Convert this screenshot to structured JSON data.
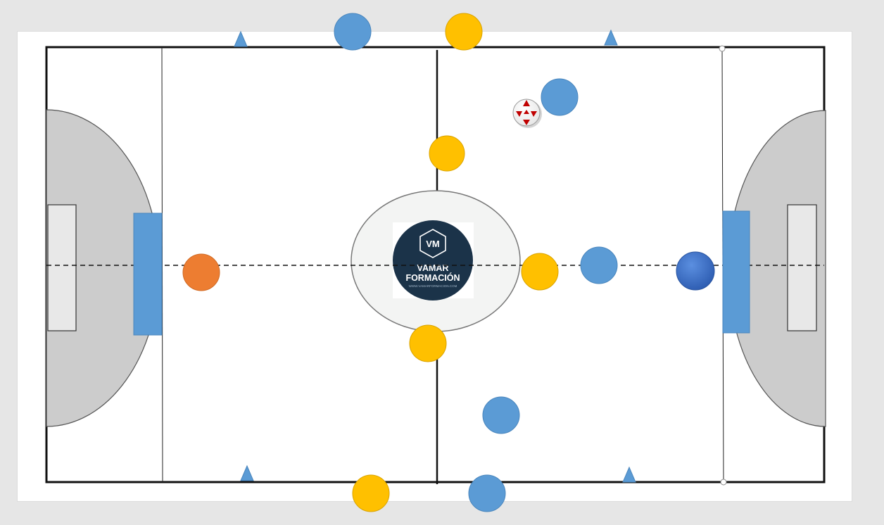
{
  "logo": {
    "monogram": "VM",
    "line1": "VAMAR",
    "line2": "FORMACIÓN",
    "url": "WWW.VAMARFORMACION.COM"
  },
  "colors": {
    "background": "#e6e6e6",
    "pitch": "#ffffff",
    "line": "#111111",
    "area_fill": "#cccccc",
    "goal_box_fill": "#e8e8e8",
    "center_circle_fill": "#f3f4f3",
    "logo_fill": "#1b3349",
    "bench_fill": "#5b9bd5",
    "team_a": "#5b9bd5",
    "team_b": "#ffc000",
    "goalkeeper_left": "#ed7d31",
    "goalkeeper_right": "#3b6fc9",
    "cone": "#5b9bd5",
    "ball": "#c00000"
  },
  "markers": [
    {
      "team": "team_a",
      "role": "player"
    },
    {
      "team": "team_b",
      "role": "player"
    },
    {
      "team": "team_a",
      "role": "player"
    },
    {
      "team": "team_b",
      "role": "player"
    },
    {
      "team": "team_b",
      "role": "player"
    },
    {
      "team": "team_a",
      "role": "player"
    },
    {
      "team": "team_b",
      "role": "player"
    },
    {
      "team": "team_a",
      "role": "player"
    },
    {
      "team": "team_b",
      "role": "player"
    },
    {
      "team": "team_a",
      "role": "player"
    },
    {
      "team": "goalkeeper_left",
      "role": "goalkeeper"
    },
    {
      "team": "goalkeeper_right",
      "role": "goalkeeper"
    }
  ],
  "cones": 4,
  "icons": [
    "cone-icon",
    "ball-icon",
    "player-marker"
  ]
}
